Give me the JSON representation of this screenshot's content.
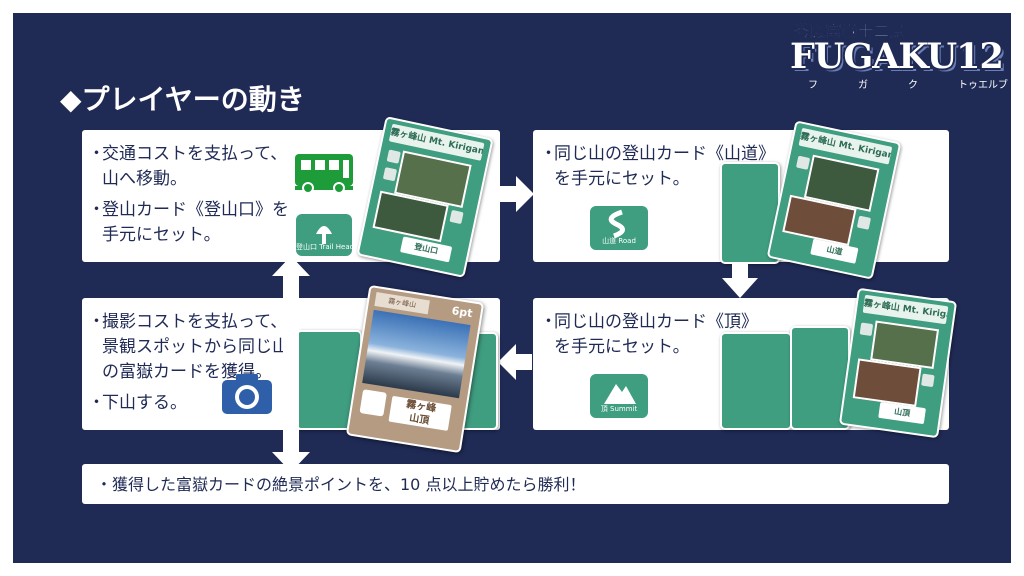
{
  "logo": {
    "subtitle": "秀麗富嶽十二景",
    "main": "FUGAKU12",
    "ruby": [
      "フ",
      "ガ",
      "ク",
      "トゥエルブ"
    ]
  },
  "title": "◆プレイヤーの動き",
  "steps": {
    "step1": {
      "items": [
        {
          "bullet": "・",
          "lines": [
            "交通コストを支払って、",
            "山へ移動。"
          ]
        },
        {
          "bullet": "・",
          "lines": [
            "登山カード《登山口》を",
            "手元にセット。"
          ]
        }
      ],
      "tile_label": "登山口 Trail Head",
      "card_header": "霧ヶ峰山 Mt. Kirigamine",
      "card_name": "登山口"
    },
    "step2": {
      "items": [
        {
          "bullet": "・",
          "lines": [
            "同じ山の登山カード《山道》",
            "を手元にセット。"
          ]
        }
      ],
      "tile_label": "山道 Road",
      "card_header": "霧ヶ峰山 Mt. Kirigamine",
      "card_name": "山道"
    },
    "step3": {
      "items": [
        {
          "bullet": "・",
          "lines": [
            "同じ山の登山カード《頂》",
            "を手元にセット。"
          ]
        }
      ],
      "tile_label": "頂 Summit",
      "card_header": "霧ヶ峰山 Mt. Kirigamine",
      "card_name": "山頂"
    },
    "step4": {
      "items": [
        {
          "bullet": "・",
          "lines": [
            "撮影コストを支払って、",
            "景観スポットから同じ山",
            "の富嶽カードを獲得。"
          ]
        },
        {
          "bullet": "・",
          "lines": [
            "下山する。"
          ]
        }
      ],
      "scenery_card": {
        "header": "霧ヶ峰山",
        "points": "6pt",
        "name": [
          "霧ヶ峰",
          "山頂"
        ]
      }
    }
  },
  "victory": "・獲得した富嶽カードの絶景ポイントを、10 点以上貯めたら勝利！",
  "colors": {
    "background": "#1f2a55",
    "panel": "#ffffff",
    "card_green": "#3f9d80",
    "bus_green": "#1e9c3a",
    "camera_blue": "#2e5fa8",
    "scenery_card": "#b49b82"
  },
  "icons": [
    "bus-icon",
    "camera-icon",
    "trailhead-icon",
    "road-icon",
    "summit-icon",
    "arrow-right-icon",
    "arrow-left-icon",
    "arrow-down-icon",
    "arrow-updown-icon"
  ]
}
